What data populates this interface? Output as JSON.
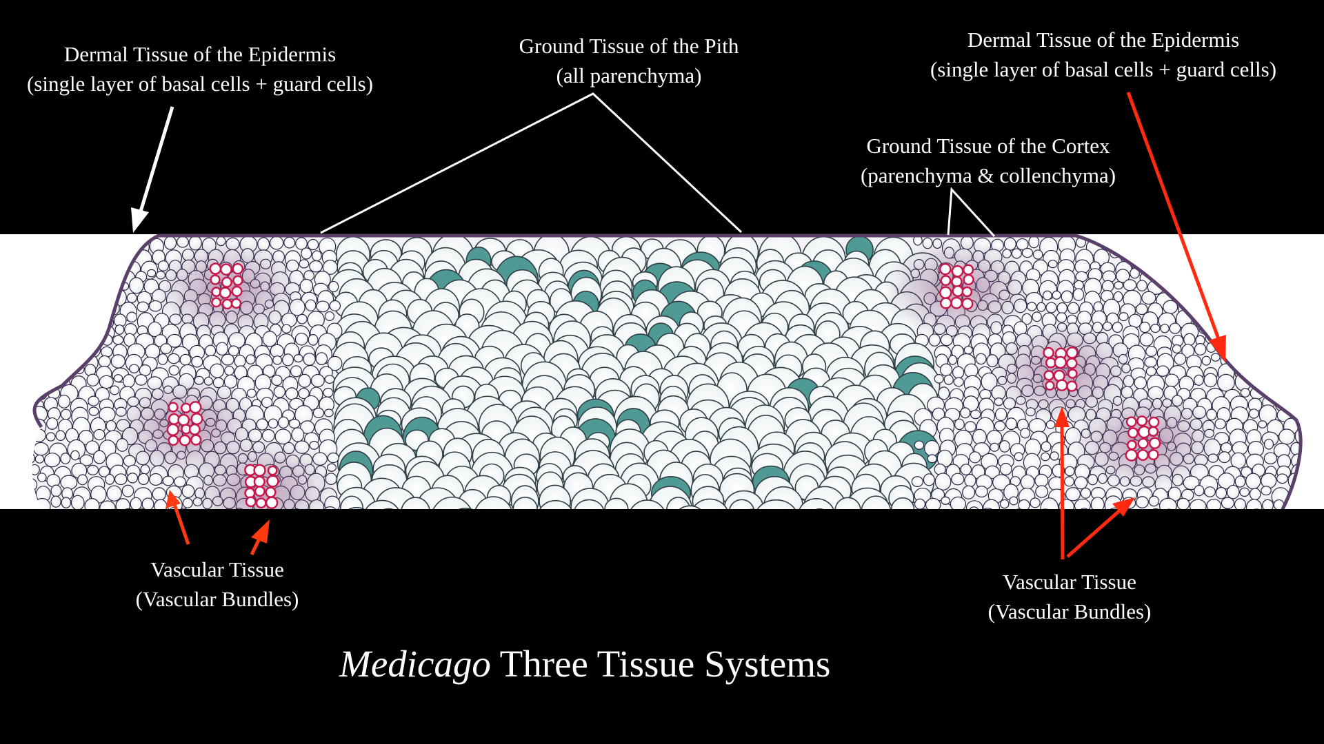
{
  "figure": {
    "title_italic": "Medicago",
    "title_rest": " Three Tissue Systems",
    "arrow_color_white": "#ffffff",
    "arrow_color_red": "#ff2a10",
    "stain_colors": {
      "lignin_red": "#c8174a",
      "fast_green": "#4f9a94",
      "cell_wall": "#2a2340",
      "cortex_purple": "#6a4a78"
    }
  },
  "labels": {
    "dermal_left": {
      "line1": "Dermal Tissue of the Epidermis",
      "line2": "(single layer of basal cells + guard cells)"
    },
    "pith": {
      "line1": "Ground Tissue of the Pith",
      "line2": "(all parenchyma)"
    },
    "dermal_right": {
      "line1": "Dermal Tissue of the Epidermis",
      "line2": "(single layer of basal cells + guard cells)"
    },
    "cortex": {
      "line1": "Ground Tissue of the Cortex",
      "line2": "(parenchyma & collenchyma)"
    },
    "vascular_left": {
      "line1": "Vascular Tissue",
      "line2": "(Vascular Bundles)"
    },
    "vascular_right": {
      "line1": "Vascular Tissue",
      "line2": "(Vascular Bundles)"
    }
  }
}
